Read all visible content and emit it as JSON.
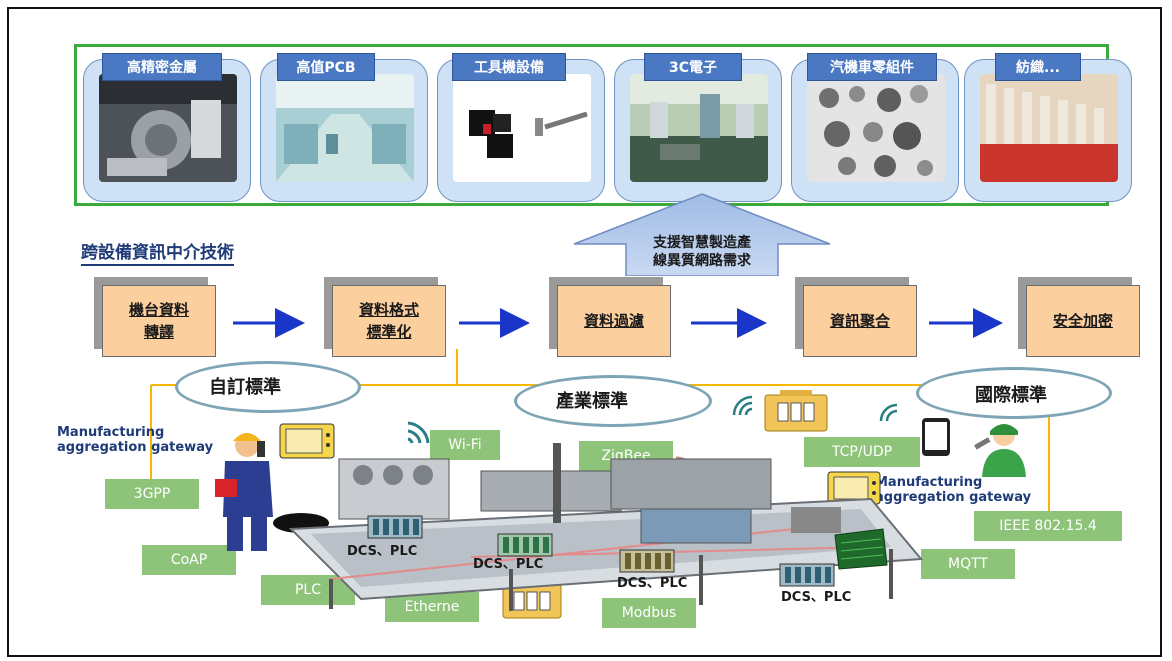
{
  "industries": [
    {
      "label": "高精密金屬",
      "icon": "metal-machining-photo"
    },
    {
      "label": "高值PCB",
      "icon": "pcb-factory-photo"
    },
    {
      "label": "工具機設備",
      "icon": "machine-tool-motor-photo"
    },
    {
      "label": "3C電子",
      "icon": "electronics-assembly-photo"
    },
    {
      "label": "汽機車零組件",
      "icon": "auto-parts-photo"
    },
    {
      "label": "紡織...",
      "icon": "textile-spools-photo"
    }
  ],
  "subtitle": "跨設備資訊中介技術",
  "support_text_line1": "支援智慧製造產",
  "support_text_line2": "線異質網路需求",
  "process_steps": [
    {
      "label": "機台資料\n轉譯"
    },
    {
      "label": "資料格式\n標準化"
    },
    {
      "label": "資料過濾"
    },
    {
      "label": "資訊聚合"
    },
    {
      "label": "安全加密"
    }
  ],
  "standards": {
    "custom": "自訂標準",
    "industry": "產業標準",
    "international": "國際標準"
  },
  "gateway_left": "Manufacturing\naggregation gateway",
  "gateway_right": "Manufacturing\naggregation gateway",
  "protocols": {
    "wifi": "Wi-Fi",
    "zigbee": "ZigBee",
    "tcpudp": "TCP/UDP",
    "gpp": "3GPP",
    "ieee": "IEEE 802.15.4",
    "coap": "CoAP",
    "mqtt": "MQTT",
    "plc": "PLC",
    "etherne": "Etherne",
    "modbus": "Modbus"
  },
  "dcs_label": "DCS、PLC",
  "colors": {
    "green_border": "#3aaa3a",
    "label_blue": "#4a78c2",
    "card_blue": "#cfe2f5",
    "process_orange": "#fccf9e",
    "arrow_blue": "#1a36c8",
    "protocol_green": "#8dc47a",
    "standard_ellipse": "#7ea5b5",
    "connector_yellow": "#f5b800"
  }
}
